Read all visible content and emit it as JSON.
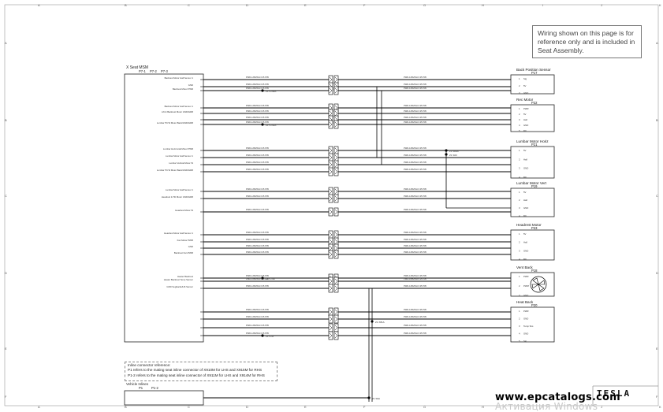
{
  "border": {
    "col_refs": [
      "A",
      "B",
      "C",
      "D",
      "E",
      "F",
      "G",
      "H",
      "I",
      "J",
      "K"
    ],
    "row_refs": [
      "A",
      "B",
      "C",
      "D",
      "E",
      "F"
    ]
  },
  "note_box": "Wiring shown on this page is for reference only and is included in Seat Assembly.",
  "module": {
    "title": "X Seat MSM",
    "connectors": [
      "P7-1",
      "P7-2",
      "P7-3"
    ]
  },
  "module_pin_labels": [
    "Backrest Motor Hall Sensor 1",
    "GND",
    "Backrest Motor PWR",
    "Backrest Motor Hall Sensor 1",
    "Lift & Backrest Motor GND/ARM",
    "",
    "Lumbar Tilt W Motor Back/GND/ARM",
    "Lumbar Horizontal Motor PWR",
    "Lumbar Motor Hall Sensor 1",
    "Lumbar Vertical Motor W",
    "Lumbar Tilt W Motor Back/GND/ARM",
    "Lumbar Motor Hall Sensor 1",
    "Headrest & Tilt Motor GND/ARM",
    "Headrest Motor W",
    "Headrest Motor Hall Sensor 1",
    "Fan Motor PWM",
    "GND",
    "Backrest Fan PWM",
    "Heater Backrest",
    "Heater Backrest Temp Sensor",
    "GND Segbacks/HS Sensor"
  ],
  "splices": [
    "Z1 S740A",
    "Z1 S741A",
    "Z1 S64A",
    "Z1 S63",
    "Z1 S74A",
    "Z1 S7A",
    "Z1 X81A",
    "Z1 S9A"
  ],
  "components": [
    {
      "name": "Back Position Sensor",
      "conn": "P17",
      "pins": [
        "1",
        "2",
        "3"
      ],
      "pin_labels": [
        "Sig",
        "5V",
        "GND"
      ]
    },
    {
      "name": "Rec Motor",
      "conn": "P22",
      "pins": [
        "1",
        "2",
        "3",
        "4",
        "5"
      ],
      "pin_labels": [
        "PWR",
        "5V",
        "Hall",
        "GND",
        "Mtr"
      ]
    },
    {
      "name": "Lumbar Motor Horiz",
      "conn": "P21",
      "pins": [
        "1",
        "2",
        "3",
        "4"
      ],
      "pin_labels": [
        "5V",
        "Hall",
        "GND",
        "Mtr"
      ]
    },
    {
      "name": "Lumbar Motor Vert",
      "conn": "P19",
      "pins": [
        "1",
        "2",
        "3",
        "4"
      ],
      "pin_labels": [
        "5V",
        "Hall",
        "GND",
        "Mtr"
      ]
    },
    {
      "name": "Headrest Motor",
      "conn": "P23",
      "pins": [
        "1",
        "2",
        "3",
        "4"
      ],
      "pin_labels": [
        "5V",
        "Hall",
        "GND",
        "Mtr"
      ]
    },
    {
      "name": "Vent Back",
      "conn": "P18",
      "pins": [
        "1",
        "2",
        "3"
      ],
      "pin_labels": [
        "PWR",
        "PWM",
        "GND"
      ]
    },
    {
      "name": "Heat Back",
      "conn": "P20",
      "pins": [
        "1",
        "2",
        "3",
        "4",
        "5"
      ],
      "pin_labels": [
        "PWR",
        "GND",
        "Temp Sns",
        "GND",
        "Sig"
      ]
    }
  ],
  "inline_note": {
    "title": "Inline connector reference:",
    "line1": "P1    refers to the mating seat inline connector of X910M for LHS and X915M for RHS",
    "line2": "P1-2 refers to the mating seat inline connector of X911M for LHS and X914M for RHS"
  },
  "vehicle_inline": {
    "title": "Vehicle Inlines",
    "connectors": [
      "P1",
      "P1-2"
    ]
  },
  "watermark": {
    "main": "www.epcatalogs.com",
    "sub": "Активация Windows"
  },
  "brand": "TESLA",
  "colors": {
    "wire": "#000000",
    "note_text": "#444444",
    "watermark_faint": "#c8c8c8"
  }
}
